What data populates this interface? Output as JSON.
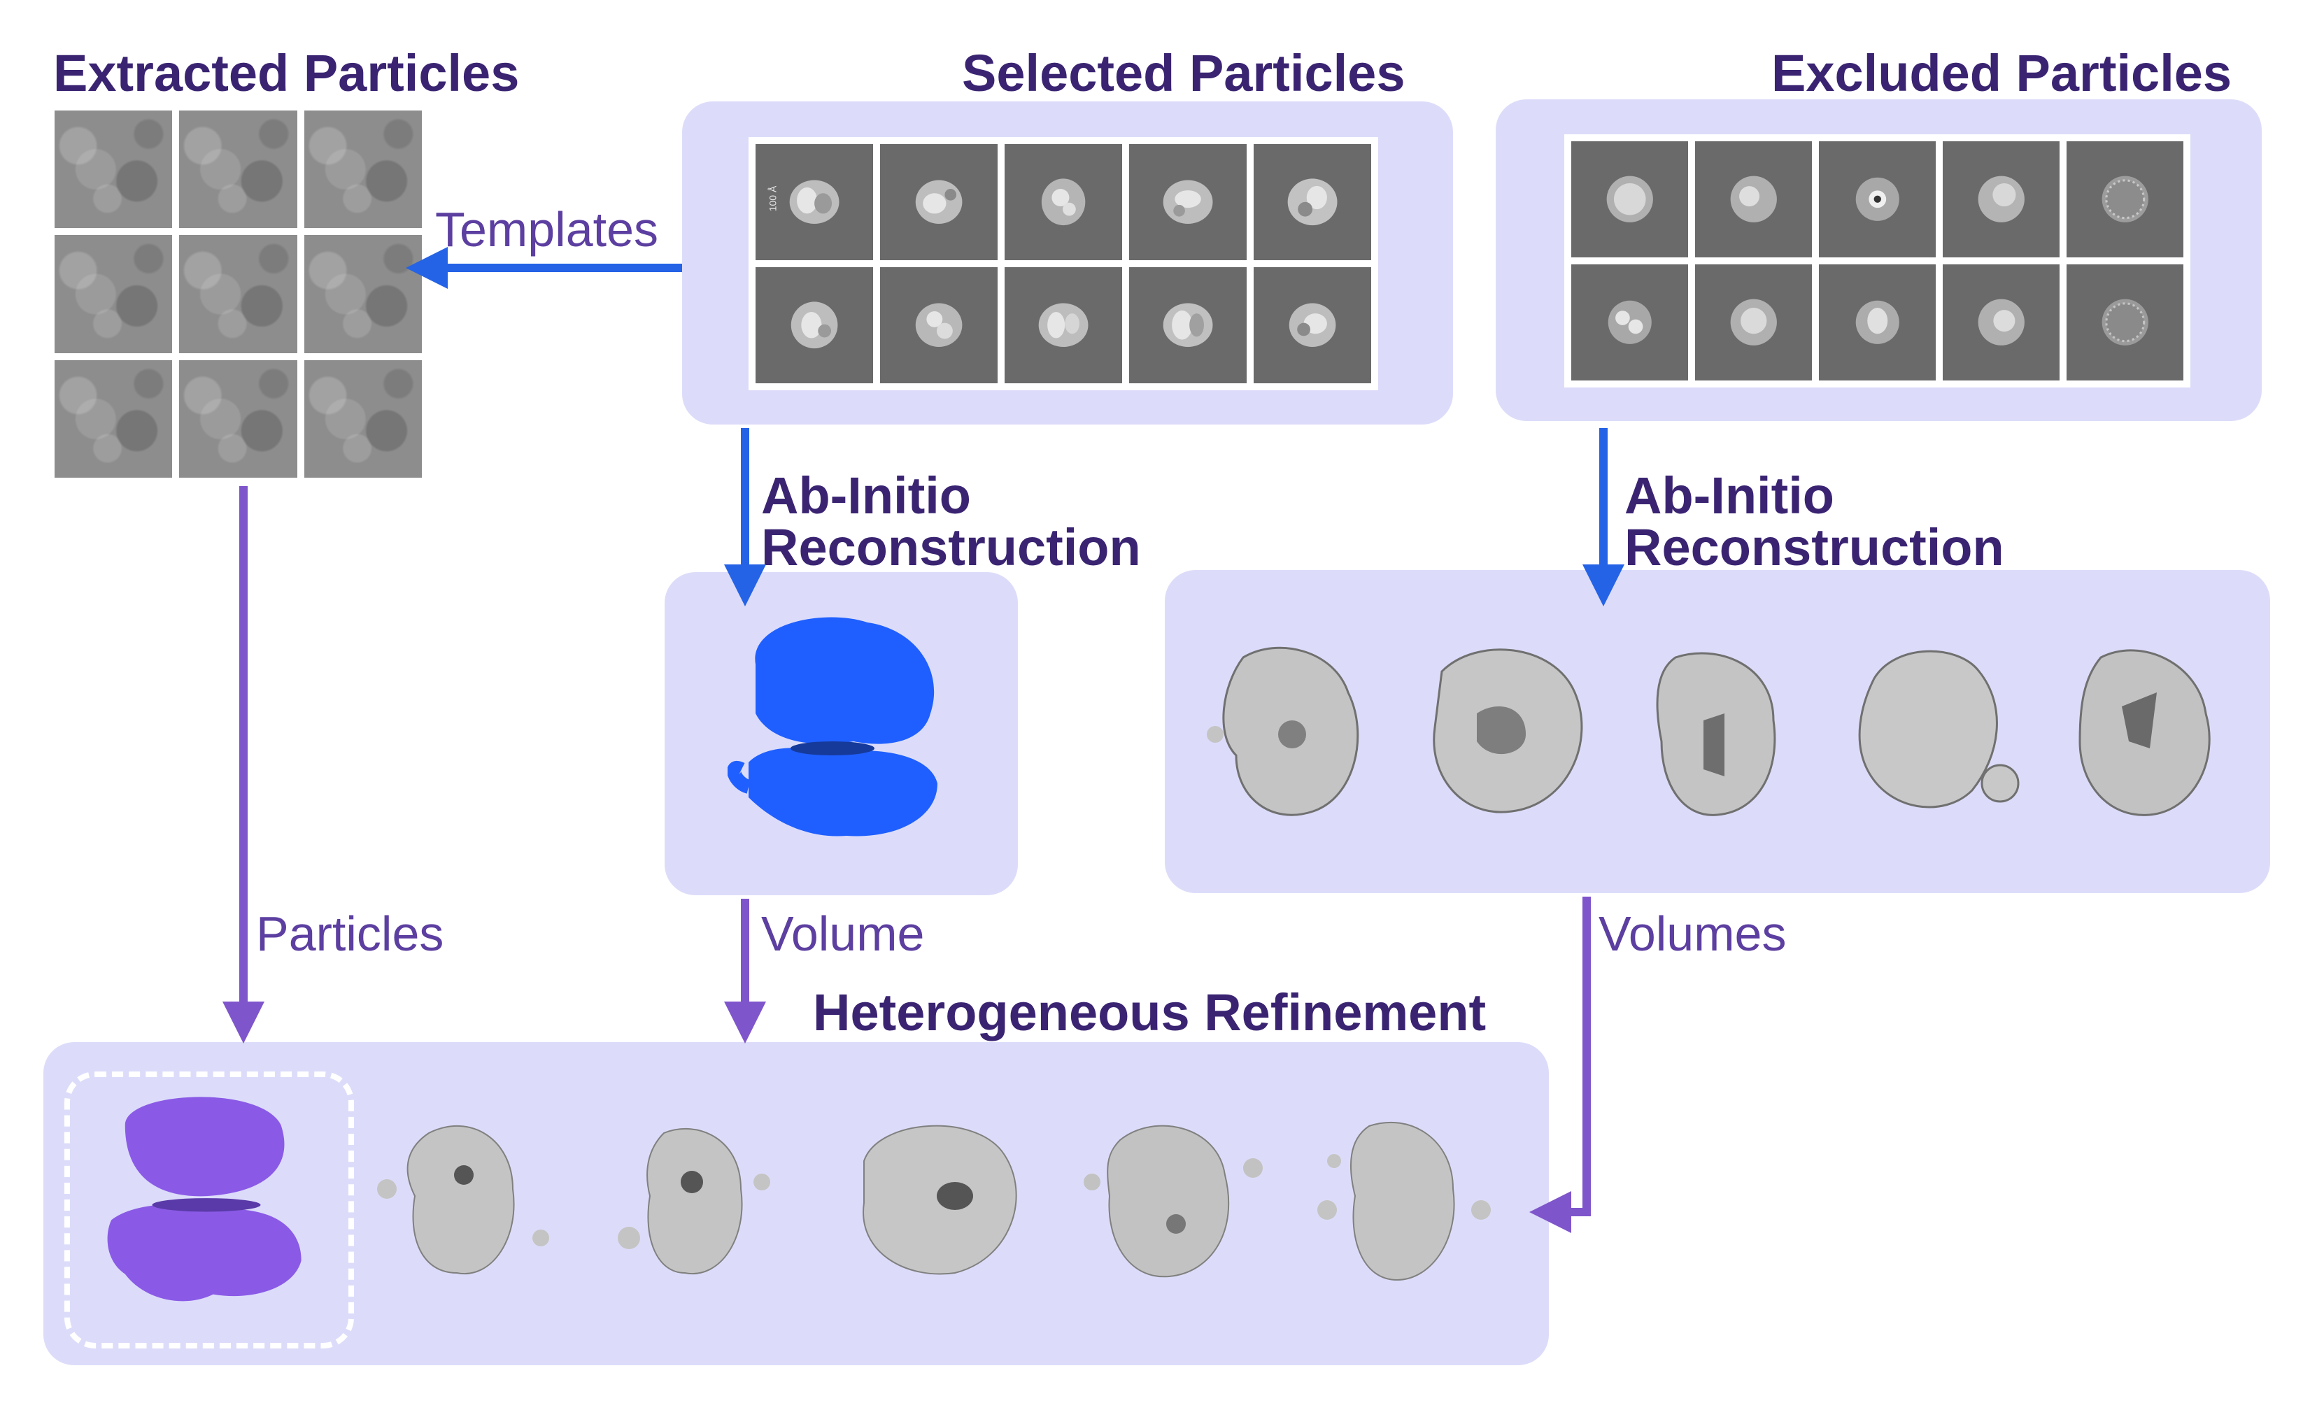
{
  "titles": {
    "extracted": "Extracted Particles",
    "selected": "Selected Particles",
    "excluded": "Excluded Particles",
    "heterogeneous": "Heterogeneous Refinement"
  },
  "labels": {
    "templates": "Templates",
    "abinitio_1_line1": "Ab-Initio",
    "abinitio_1_line2": "Reconstruction",
    "abinitio_2_line1": "Ab-Initio",
    "abinitio_2_line2": "Reconstruction",
    "particles": "Particles",
    "volume": "Volume",
    "volumes": "Volumes"
  },
  "scale_bar": "100 Å",
  "colors": {
    "panel": "#dcdcfa",
    "title": "#3a2472",
    "arrow_blue": "#2563e6",
    "arrow_purple": "#7f55cc",
    "volume_blue": "#1f5fff",
    "volume_purple": "#8a5ae6",
    "volume_grey": "#c4c4c4"
  }
}
